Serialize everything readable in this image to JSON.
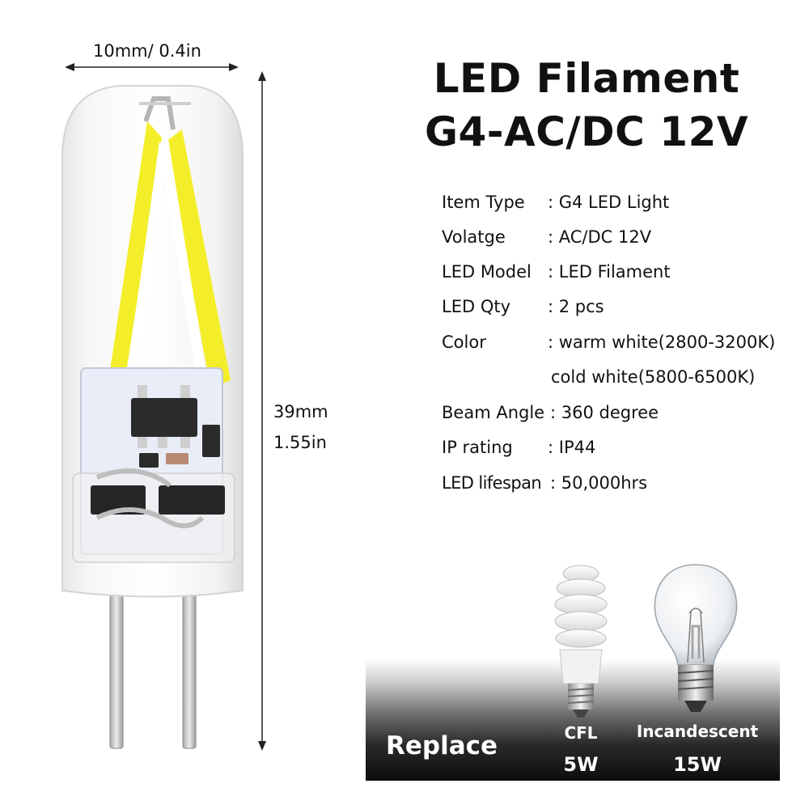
{
  "product": {
    "title_line1": "LED Filament",
    "title_line2": "G4-AC/DC 12V",
    "colors": {
      "filament": "#f4ee2a",
      "pcb": "#e9eef8",
      "pin": "#c7c7c7",
      "banner_dark": "#0d0d0d"
    }
  },
  "dimensions": {
    "width_text": "10mm/ 0.4in",
    "height_mm": "39mm",
    "height_in": "1.55in"
  },
  "specs": [
    {
      "label": "Item Type",
      "value": ": G4 LED Light"
    },
    {
      "label": "Volatge",
      "value": ": AC/DC 12V"
    },
    {
      "label": "LED Model",
      "value": ": LED Filament"
    },
    {
      "label": "LED Qty",
      "value": ": 2 pcs"
    },
    {
      "label": "Color",
      "value": ": warm white(2800-3200K)"
    },
    {
      "label": "",
      "value": "cold white(5800-6500K)"
    },
    {
      "label": "Beam Angle",
      "value": ": 360 degree"
    },
    {
      "label": "IP rating",
      "value": ": IP44"
    },
    {
      "label": "LED lifespan",
      "value": ": 50,000hrs"
    }
  ],
  "replace": {
    "label": "Replace",
    "bulbs": [
      {
        "name": "CFL",
        "watt": "5W",
        "icon": "cfl-bulb-icon"
      },
      {
        "name": "Incandescent",
        "watt": "15W",
        "icon": "incandescent-bulb-icon"
      }
    ]
  }
}
